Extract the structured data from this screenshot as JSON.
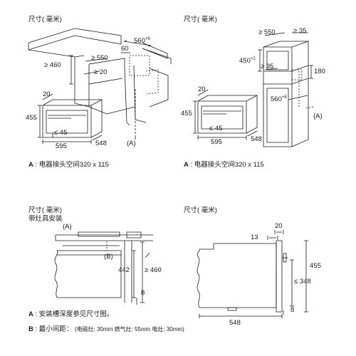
{
  "panel_tl": {
    "title": "尺寸( 毫米)",
    "dims": {
      "d560": "560",
      "d560_sup": "+8",
      "d60": "60",
      "d550": "≥ 550",
      "d460": "≥ 460",
      "d20_top": "≥ 20",
      "d20": "20",
      "d455": "455",
      "d45": "≤ 45",
      "d595": "595",
      "d548": "548",
      "markA": "(A)"
    },
    "note_letter": "A",
    "note_text": "电器接头空间320 x 115"
  },
  "panel_tr": {
    "title": "尺寸( 毫米)",
    "dims": {
      "d550": "≥ 550",
      "d35_top": "≥ 35",
      "d450": "450",
      "d450_sup": "+2",
      "d35": "≥ 35",
      "d180": "180",
      "d560": "560",
      "d560_sup": "+8",
      "d20": "20",
      "d455": "455",
      "d45": "≤ 45",
      "d595": "595",
      "d548": "548",
      "markA": "(A)"
    },
    "note_letter": "A",
    "note_text": "电器接头空间320 x 115"
  },
  "panel_bl": {
    "title": "尺寸( 毫米)",
    "subtitle": "带灶具安装",
    "dims": {
      "markA": "(A)",
      "markB": "(B)",
      "d442": "442",
      "d460": "≥ 460",
      "d8": "8"
    },
    "note_a_letter": "A",
    "note_a_text": "安装槽深度参见尺寸图。",
    "note_b_letter": "B",
    "note_b_text": "最小间距：",
    "note_b_detail": "(电磁灶: 30mm  燃气灶: 55mm  电灶: 30mm)"
  },
  "panel_br": {
    "title": "尺寸( 毫米)",
    "dims": {
      "d20": "20",
      "d13": "13",
      "d455": "455",
      "d348": "≤ 348",
      "d548": "548",
      "d8": "8"
    }
  }
}
